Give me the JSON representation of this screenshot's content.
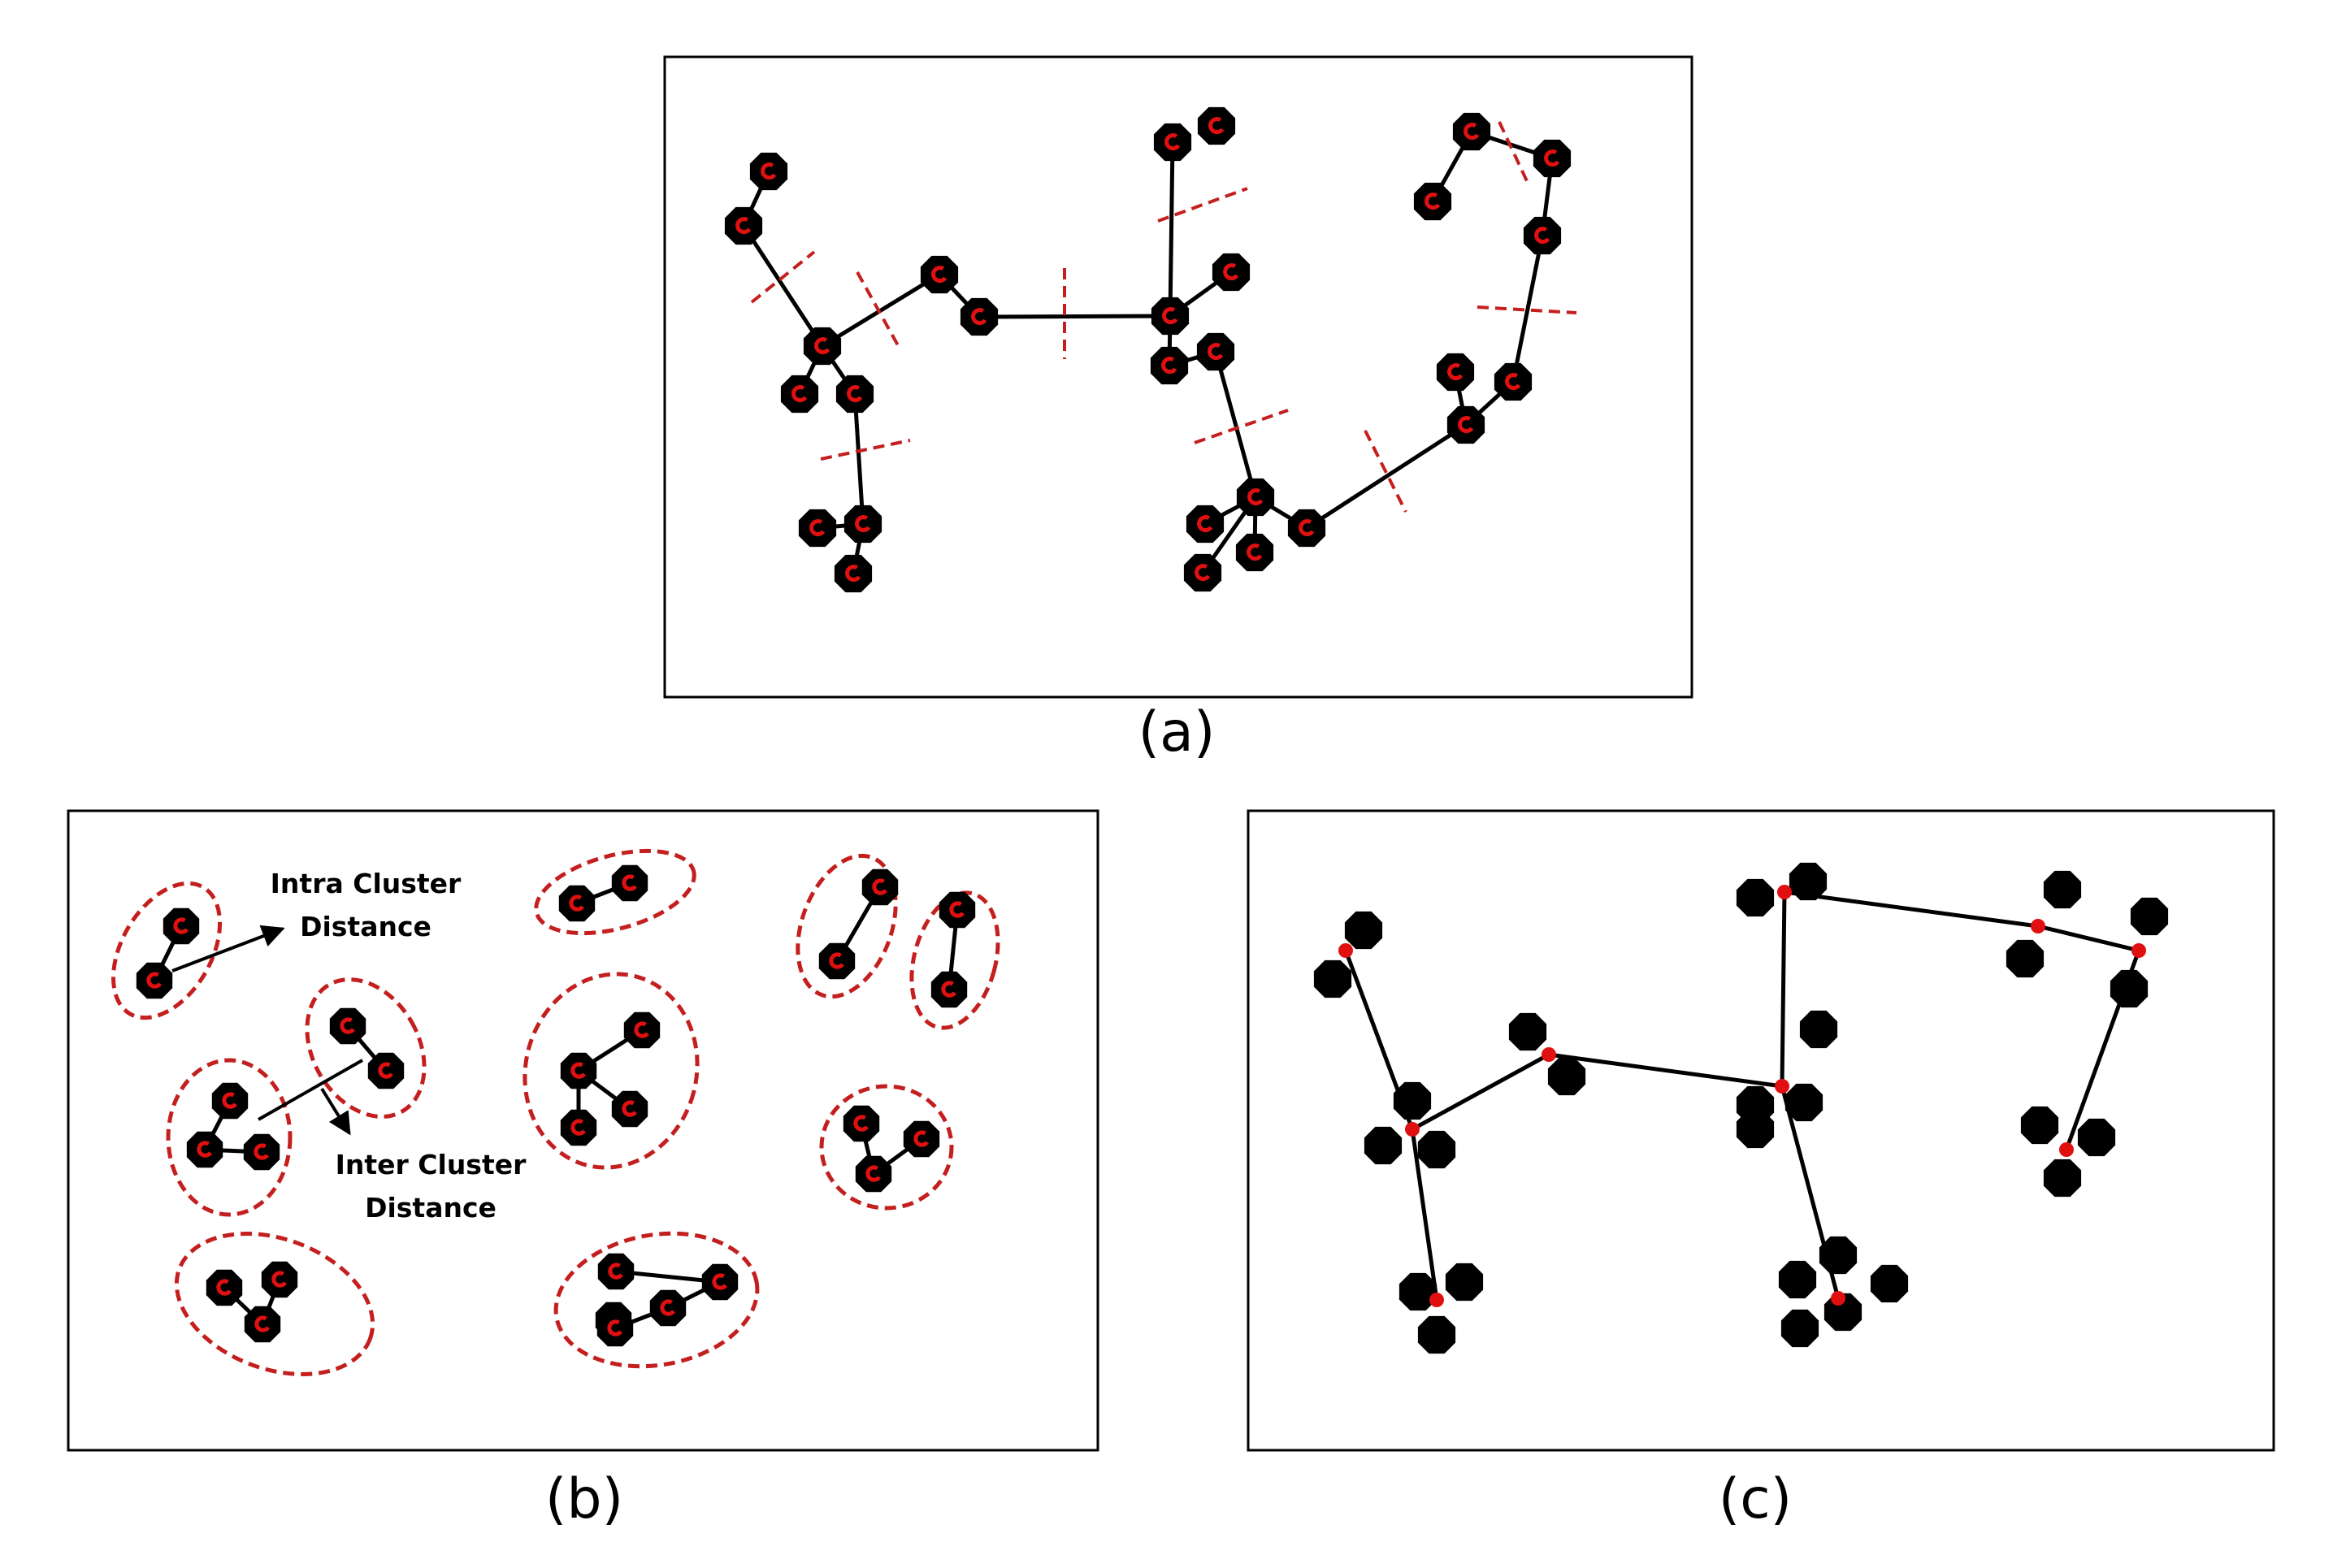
{
  "captions": {
    "a": "(a)",
    "b": "(b)",
    "c": "(c)"
  },
  "panel_b": {
    "intra_label_line1": "Intra Cluster",
    "intra_label_line2": "Distance",
    "inter_label_line1": "Inter Cluster",
    "inter_label_line2": "Distance"
  },
  "colors": {
    "node": "#000000",
    "highlight": "#e01010",
    "cluster_outline": "#c41f1f"
  },
  "icons": {
    "node": "octagon-node-icon",
    "arrow": "arrow-icon"
  }
}
